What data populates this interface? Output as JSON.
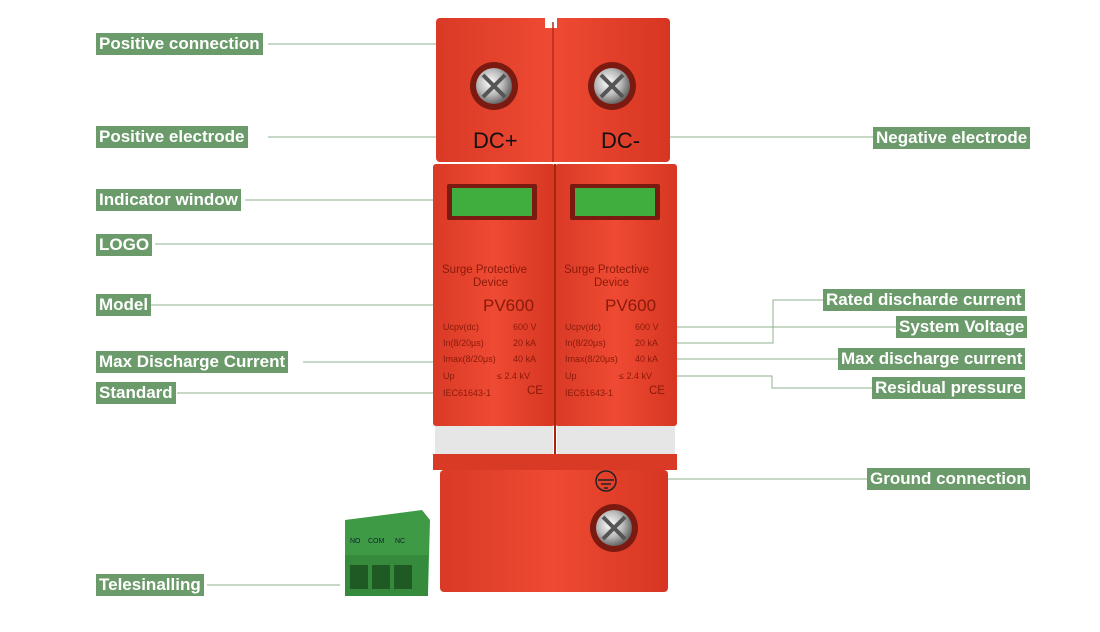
{
  "labels": {
    "positive_connection": "Positive connection",
    "positive_electrode": "Positive electrode",
    "indicator_window": "Indicator window",
    "logo": "LOGO",
    "model": "Model",
    "max_discharge_current_left": "Max Discharge Current",
    "standard": "Standard",
    "telesignalling": "Telesinalling",
    "negative_electrode": "Negative electrode",
    "rated_discharge_current": "Rated discharde current",
    "system_voltage": "System Voltage",
    "max_discharge_current_right": "Max discharge current",
    "residual_pressure": "Residual pressure",
    "ground_connection": "Ground connection"
  },
  "device": {
    "dc_plus": "DC+",
    "dc_minus": "DC-",
    "title_line1": "Surge Protective",
    "title_line2": "Device",
    "model": "PV600",
    "spec_ucpv_label": "Ucpv(dc)",
    "spec_ucpv_value": "600 V",
    "spec_in_label": "In(8/20μs)",
    "spec_in_value": "20 kA",
    "spec_imax_label": "Imax(8/20μs)",
    "spec_imax_value": "40 kA",
    "spec_up_label": "Up",
    "spec_up_value": "≤ 2.4 kV",
    "standard": "IEC61643-1",
    "ce_mark": "CE",
    "terminal_no": "NO",
    "terminal_com": "COM",
    "terminal_nc": "NC"
  },
  "colors": {
    "label_bg": "#6b9a6b",
    "housing_red": "#e8412c",
    "indicator_green": "#3fae3f",
    "terminal_green": "#3e9a45"
  }
}
